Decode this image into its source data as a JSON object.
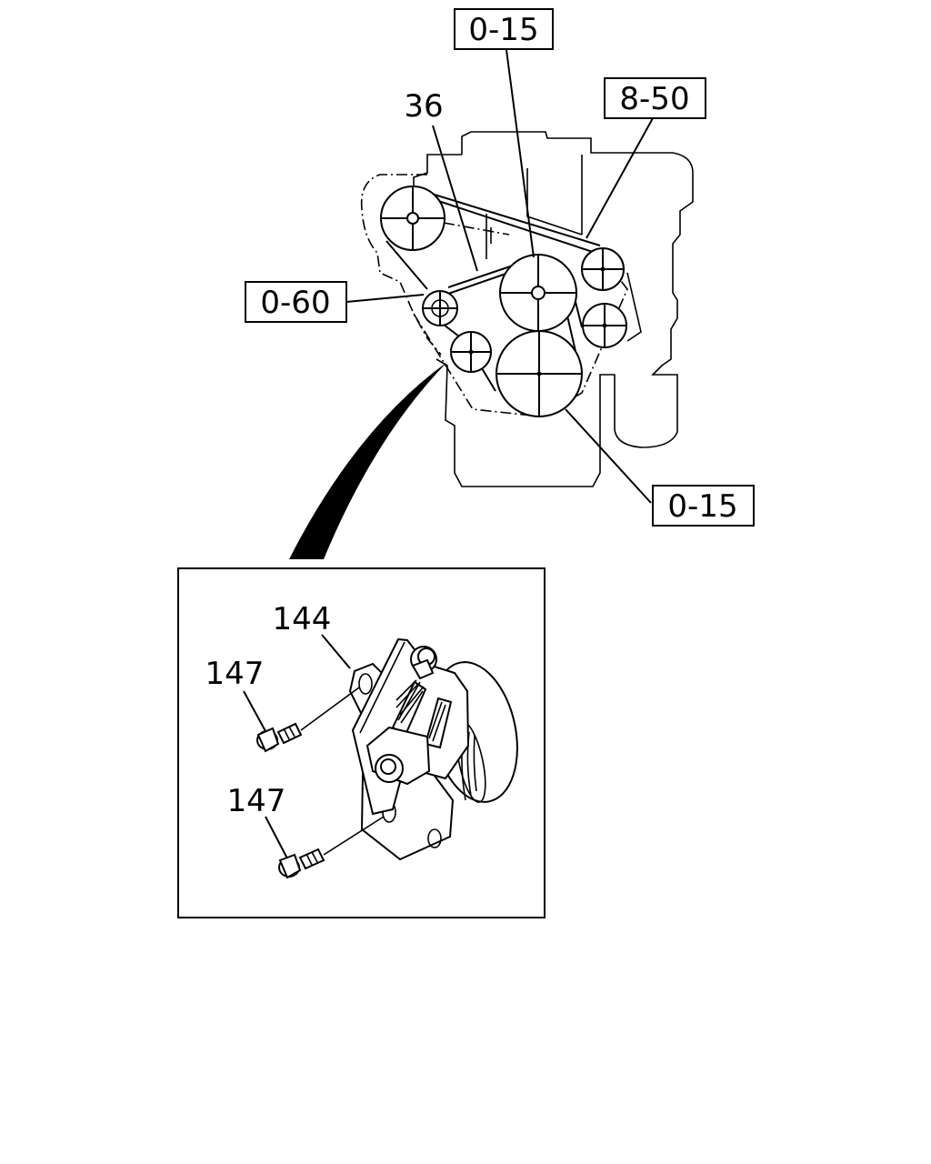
{
  "callouts": {
    "ref_top": "0-15",
    "ref_850": "8-50",
    "ref_060": "0-60",
    "ref_bottom": "0-15",
    "part_36": "36"
  },
  "detail": {
    "part_144": "144",
    "part_147_upper": "147",
    "part_147_lower": "147"
  }
}
